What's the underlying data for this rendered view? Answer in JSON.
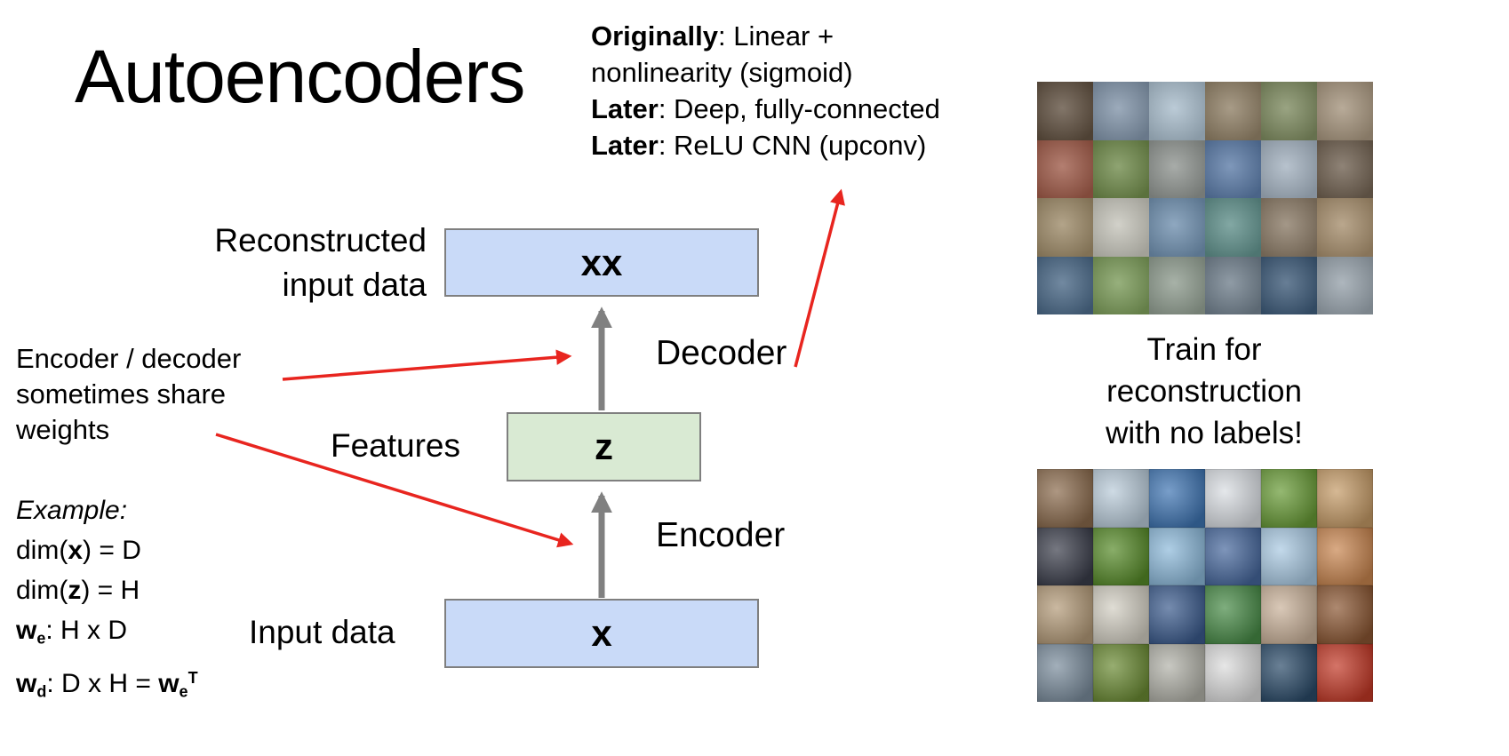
{
  "title": "Autoencoders",
  "notes": {
    "lines": [
      {
        "bold": "Originally",
        "rest": ": Linear +"
      },
      {
        "bold": "",
        "rest": "nonlinearity (sigmoid)"
      },
      {
        "bold": "Later",
        "rest": ": Deep, fully-connected"
      },
      {
        "bold": "Later",
        "rest": ": ReLU CNN (upconv)"
      }
    ]
  },
  "diagram": {
    "reconstructed_label": {
      "line1": "Reconstructed",
      "line2": "input data"
    },
    "features_label": "Features",
    "input_label": "Input data",
    "decoder_label": "Decoder",
    "encoder_label": "Encoder",
    "box_xx": "xx",
    "box_z": "z",
    "box_x": "x"
  },
  "annotation": {
    "lines": [
      "Encoder / decoder",
      "sometimes share",
      "weights"
    ]
  },
  "example": {
    "heading": "Example:",
    "line_dim_x": {
      "pre": "dim(",
      "var": "x",
      "post": ") = D"
    },
    "line_dim_z": {
      "pre": "dim(",
      "var": "z",
      "post": ") = H"
    },
    "line_we": {
      "var": "w",
      "sub": "e",
      "post": ": H x D"
    },
    "line_wd": {
      "var": "w",
      "sub": "d",
      "mid": ": D x H = ",
      "var2": "w",
      "sub2": "e",
      "sup": "T"
    }
  },
  "caption": {
    "lines": [
      "Train for",
      "reconstruction",
      "with no labels!"
    ]
  },
  "colors": {
    "box_blue": "#c9daf8",
    "box_green": "#d9ead3",
    "box_border": "#7f7f7f",
    "arrow_gray": "#808080",
    "arrow_red": "#e8251f"
  },
  "thumbnails": {
    "reconstructed_grid": [
      "#5f4f3f",
      "#8093a8",
      "#a8bccb",
      "#8f7f65",
      "#7d8a5f",
      "#a4937c",
      "#9e5a48",
      "#6f8a4a",
      "#8f9490",
      "#5a7aa6",
      "#a3b1bf",
      "#6f6050",
      "#9d8a68",
      "#c5c4ba",
      "#6f8fae",
      "#5f8f8a",
      "#8a7a66",
      "#a68e6d",
      "#4a6886",
      "#7a9a58",
      "#8f9c8f",
      "#707f8c",
      "#3d5a78",
      "#97a2ab"
    ],
    "original_grid": [
      "#8a6a4c",
      "#b9cbd9",
      "#3e74b2",
      "#d9dde2",
      "#679a35",
      "#c49a66",
      "#3a3d4a",
      "#568a28",
      "#8cb9da",
      "#46679c",
      "#a9c9e2",
      "#c8854f",
      "#b39a78",
      "#d2cec2",
      "#3a5a8c",
      "#478a46",
      "#c9b199",
      "#8a5632",
      "#7a8c9c",
      "#6a8a33",
      "#b1b1a8",
      "#dcdcdc",
      "#2a4a68",
      "#c23826"
    ]
  }
}
